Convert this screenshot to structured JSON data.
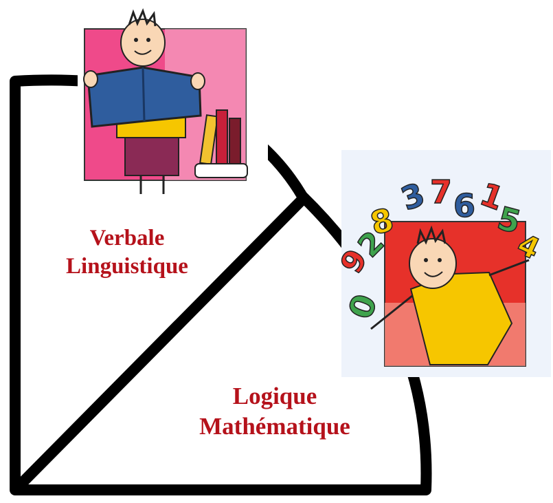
{
  "colors": {
    "outline": "#000000",
    "label_text": "#b5121b",
    "card1_background": "#ef4a8a",
    "card2_background": "#e6312a",
    "book_cover": "#2f5d9e",
    "shirt_yellow": "#f6c600"
  },
  "segments": [
    {
      "illustration": "child-reading-book",
      "label_line1": "Verbale",
      "label_line2": "Linguistique"
    },
    {
      "illustration": "child-juggling-numbers",
      "label_line1": "Logique",
      "label_line2": "Mathématique"
    }
  ],
  "numbers": [
    "0",
    "9",
    "2",
    "8",
    "3",
    "7",
    "6",
    "1",
    "5",
    "4"
  ]
}
